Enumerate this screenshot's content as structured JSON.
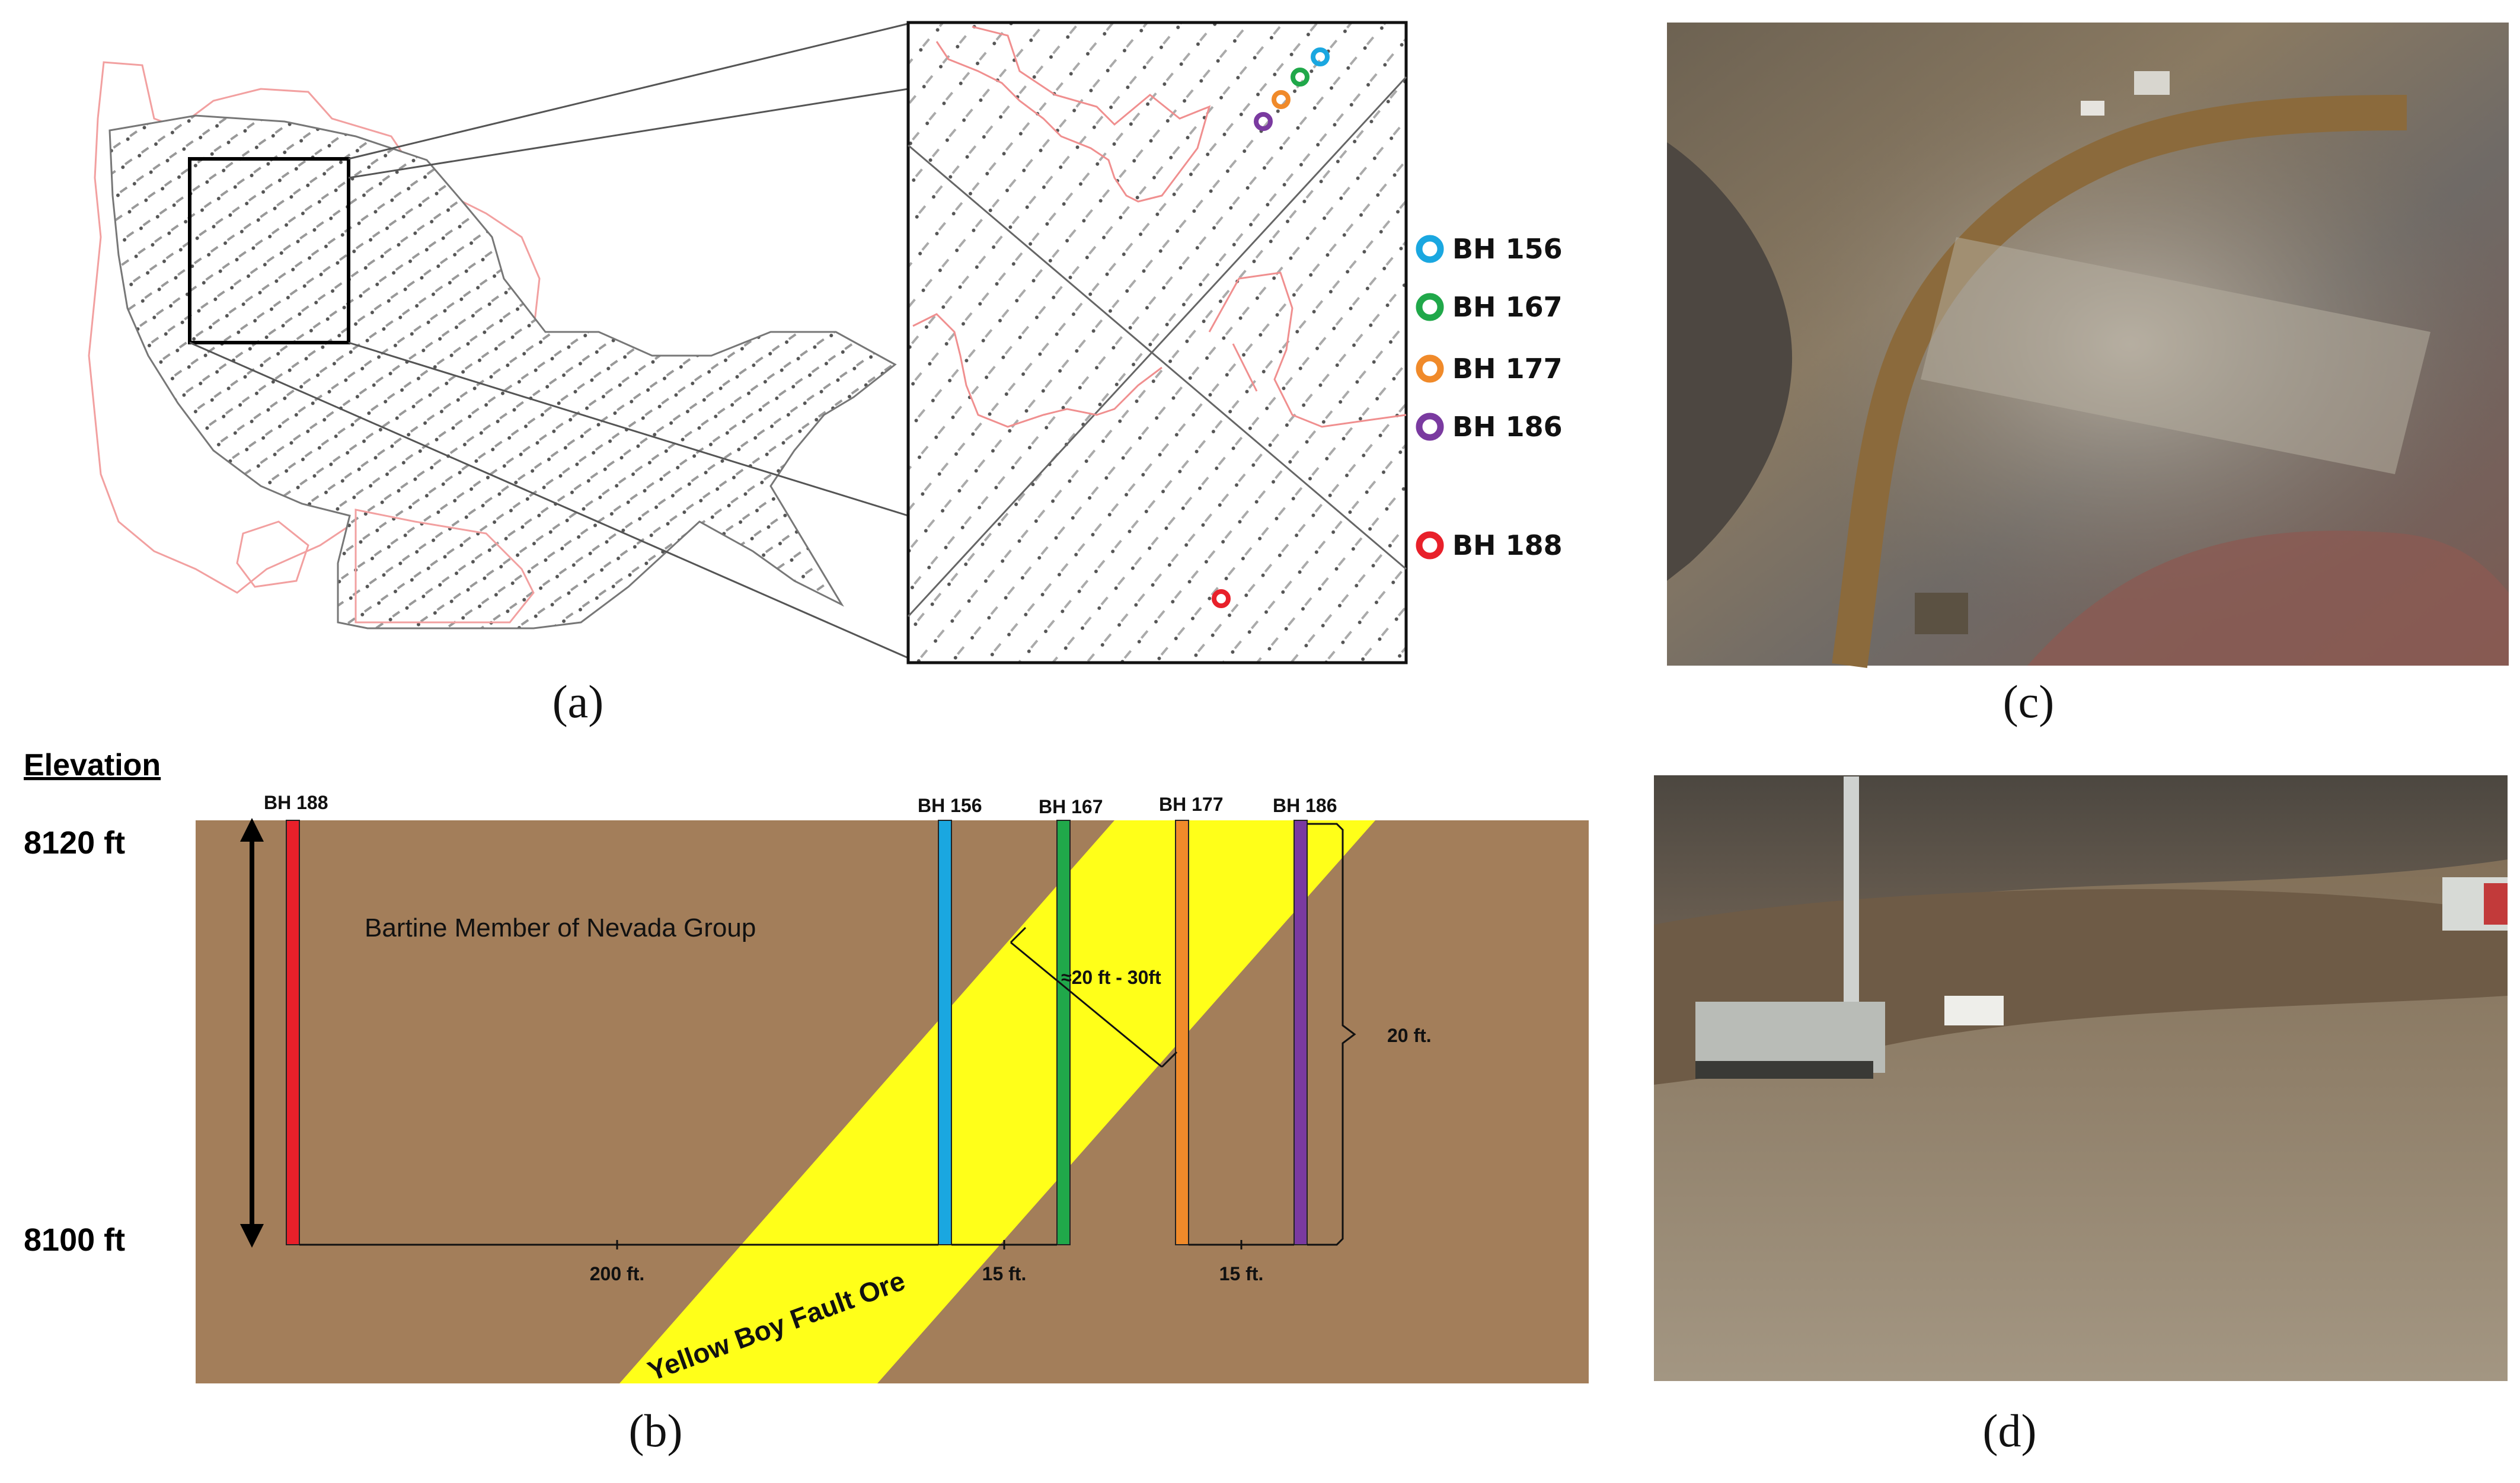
{
  "panels": {
    "a": "(a)",
    "b": "(b)",
    "c": "(c)",
    "d": "(d)"
  },
  "legend": [
    {
      "label": "BH 156",
      "color": "#1aa7e0"
    },
    {
      "label": "BH 167",
      "color": "#20a84a"
    },
    {
      "label": "BH 177",
      "color": "#f08a2a"
    },
    {
      "label": "BH 186",
      "color": "#7a3aa0"
    },
    {
      "label": "BH 188",
      "color": "#e8202a"
    }
  ],
  "section": {
    "heading": "Elevation",
    "elev_top": "8120 ft",
    "elev_bottom": "8100 ft",
    "rock_unit": "Bartine Member of Nevada Group",
    "fault_label": "Yellow Boy Fault Ore",
    "fault_width": "≈20 ft - 30ft",
    "height_dim": "20 ft.",
    "spacing_1": "200 ft.",
    "spacing_2": "15 ft.",
    "spacing_3": "15 ft.",
    "holes": [
      {
        "label": "BH 188",
        "color": "#e8202a"
      },
      {
        "label": "BH 156",
        "color": "#1aa7e0"
      },
      {
        "label": "BH 167",
        "color": "#20a84a"
      },
      {
        "label": "BH 177",
        "color": "#f08a2a"
      },
      {
        "label": "BH 186",
        "color": "#7a3aa0"
      }
    ],
    "colors": {
      "ground": "#a37e5a",
      "fault": "#ffff19"
    }
  }
}
